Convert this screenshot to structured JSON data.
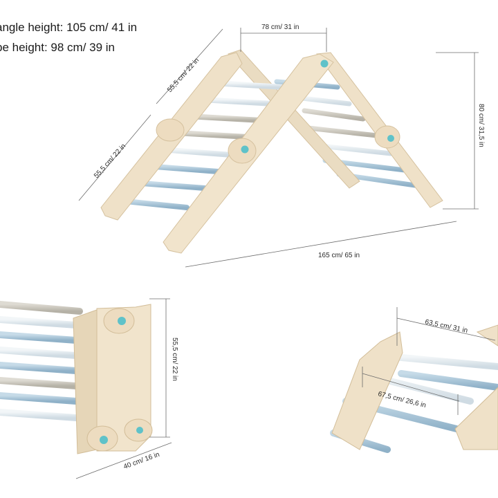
{
  "specs": {
    "triangle_height": "angle height: 105 cm/ 41 in",
    "slope_height": "pe height: 98 cm/ 39 in"
  },
  "dimensions": {
    "top_width": "78 cm/ 31 in",
    "side_upper": "55,5 cm/ 22 in",
    "side_lower": "55,5 cm/ 22 in",
    "height": "80 cm/ 31,5 in",
    "base_length": "165 cm/ 65 in",
    "folded_height": "55,5 cm/ 22 in",
    "folded_depth": "40 cm/ 16 in",
    "inner_width": "63,5 cm/ 31 in",
    "rung_length": "67,5 cm/ 26,6 in"
  },
  "colors": {
    "wood": "#efe1c8",
    "wood_edge": "#d9c6a4",
    "rung_blue": "#a9c4d8",
    "rung_light": "#dfe8ee",
    "rung_grey": "#c9c6bd",
    "knob": "#5fc2c9",
    "line": "#6b6b6b"
  }
}
